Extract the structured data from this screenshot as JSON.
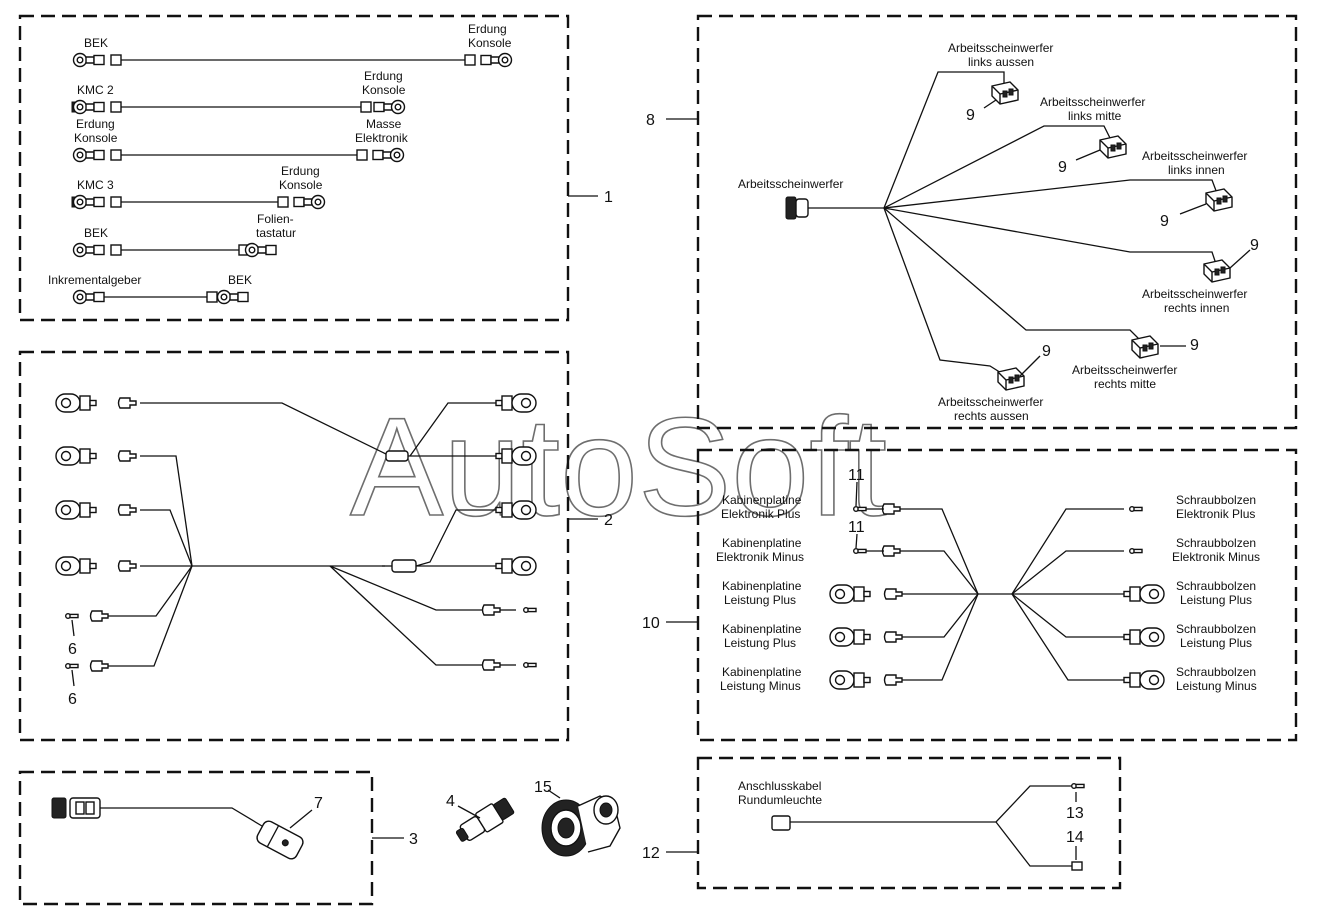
{
  "watermark": "AutoSoft",
  "callouts": {
    "n1": "1",
    "n2": "2",
    "n3": "3",
    "n4": "4",
    "n6a": "6",
    "n6b": "6",
    "n7": "7",
    "n8": "8",
    "n9a": "9",
    "n9b": "9",
    "n9c": "9",
    "n9d": "9",
    "n9e": "9",
    "n9f": "9",
    "n10": "10",
    "n11a": "11",
    "n11b": "11",
    "n12": "12",
    "n13": "13",
    "n14": "14",
    "n15": "15"
  },
  "box1": {
    "c1_left": "BEK",
    "c1_right_1": "Erdung",
    "c1_right_2": "Konsole",
    "c2_left": "KMC 2",
    "c2_right_1": "Erdung",
    "c2_right_2": "Konsole",
    "c3_left_1": "Erdung",
    "c3_left_2": "Konsole",
    "c3_right_1": "Masse",
    "c3_right_2": "Elektronik",
    "c4_left": "KMC 3",
    "c4_right_1": "Erdung",
    "c4_right_2": "Konsole",
    "c5_left": "BEK",
    "c5_right_1": "Folien-",
    "c5_right_2": "tastatur",
    "c6_left": "Inkrementalgeber",
    "c6_right": "BEK"
  },
  "box8": {
    "main": "Arbeitsscheinwerfer",
    "b1_1": "Arbeitsscheinwerfer",
    "b1_2": "links aussen",
    "b2_1": "Arbeitsscheinwerfer",
    "b2_2": "links mitte",
    "b3_1": "Arbeitsscheinwerfer",
    "b3_2": "links innen",
    "b4_1": "Arbeitsscheinwerfer",
    "b4_2": "rechts innen",
    "b5_1": "Arbeitsscheinwerfer",
    "b5_2": "rechts mitte",
    "b6_1": "Arbeitsscheinwerfer",
    "b6_2": "rechts aussen"
  },
  "box10": {
    "l1_1": "Kabinenplatine",
    "l1_2": "Elektronik Plus",
    "l2_1": "Kabinenplatine",
    "l2_2": "Elektronik Minus",
    "l3_1": "Kabinenplatine",
    "l3_2": "Leistung Plus",
    "l4_1": "Kabinenplatine",
    "l4_2": "Leistung Plus",
    "l5_1": "Kabinenplatine",
    "l5_2": "Leistung Minus",
    "r1_1": "Schraubbolzen",
    "r1_2": "Elektronik Plus",
    "r2_1": "Schraubbolzen",
    "r2_2": "Elektronik Minus",
    "r3_1": "Schraubbolzen",
    "r3_2": "Leistung Plus",
    "r4_1": "Schraubbolzen",
    "r4_2": "Leistung Plus",
    "r5_1": "Schraubbolzen",
    "r5_2": "Leistung Minus"
  },
  "box12": {
    "label_1": "Anschlusskabel",
    "label_2": "Rundumleuchte"
  }
}
